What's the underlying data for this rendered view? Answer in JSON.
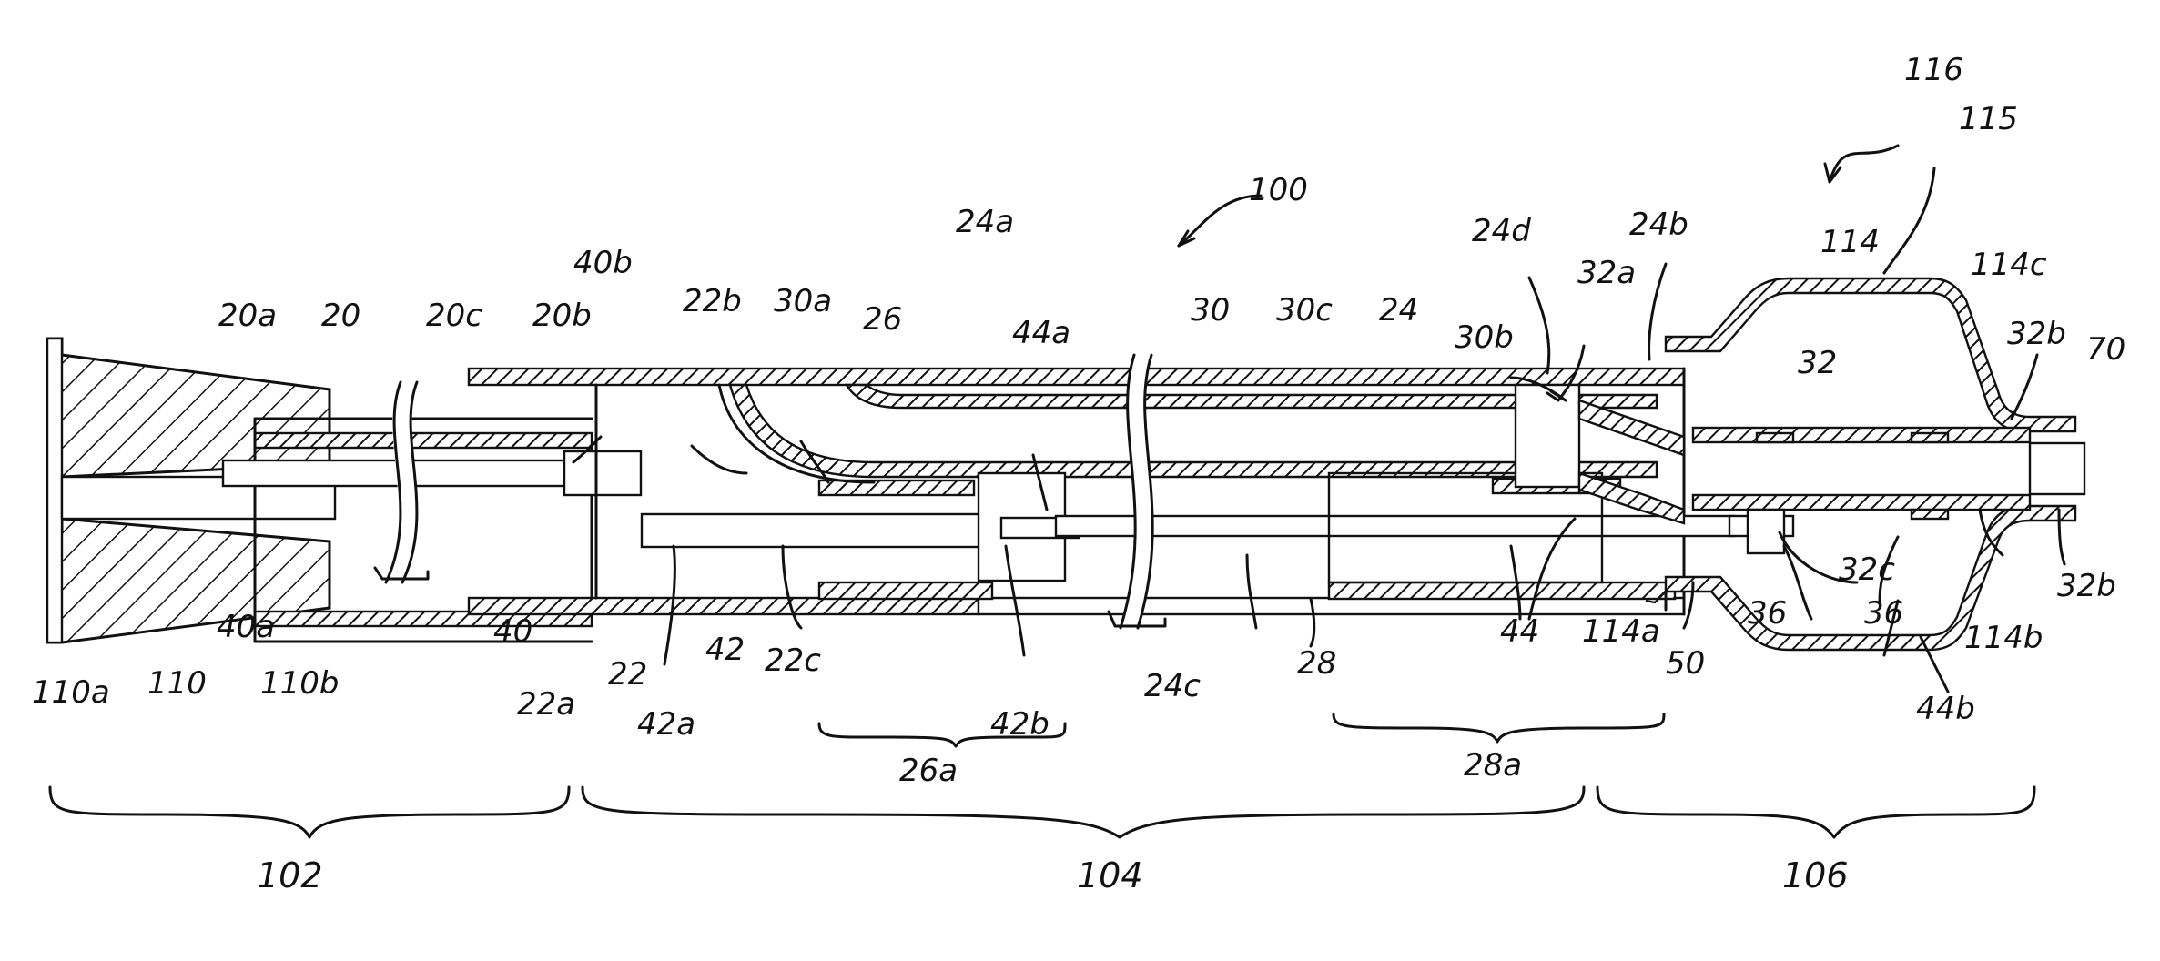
{
  "figure": {
    "labels": {
      "l116": "116",
      "l115": "115",
      "l100": "100",
      "l24a": "24a",
      "l24d": "24d",
      "l24b": "24b",
      "l114": "114",
      "l114c": "114c",
      "l32a": "32a",
      "l30b": "30b",
      "l32b_top": "32b",
      "l70": "70",
      "l32": "32",
      "l30": "30",
      "l30c": "30c",
      "l24": "24",
      "l40b": "40b",
      "l22b": "22b",
      "l30a": "30a",
      "l26": "26",
      "l44a": "44a",
      "l20a": "20a",
      "l20": "20",
      "l20c": "20c",
      "l20b": "20b",
      "l110a": "110a",
      "l110": "110",
      "l40a": "40a",
      "l110b": "110b",
      "l40": "40",
      "l22a": "22a",
      "l22": "22",
      "l42a": "42a",
      "l42": "42",
      "l22c": "22c",
      "l42b": "42b",
      "l26a": "26a",
      "l24c": "24c",
      "l28": "28",
      "l44": "44",
      "l114a": "114a",
      "l50": "50",
      "l36_l": "36",
      "l36_r": "36",
      "l32c": "32c",
      "l44b": "44b",
      "l114b": "114b",
      "l32b_bot": "32b",
      "l28a": "28a",
      "l102": "102",
      "l104": "104",
      "l106": "106"
    }
  }
}
